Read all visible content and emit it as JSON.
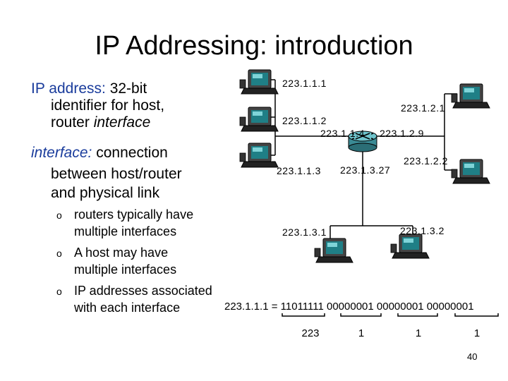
{
  "title": "IP Addressing: introduction",
  "text": {
    "line1_a": "IP address: ",
    "line1_b": "32-bit",
    "line2": "identifier for host,",
    "line3_a": "router ",
    "line3_b": "interface",
    "line4_a": "interface:",
    "line4_b": " connection",
    "line5": "between host/router",
    "line6": "and physical link",
    "bullet_char": "o",
    "bullet1_l1": "routers typically have",
    "bullet1_l2": "multiple interfaces",
    "bullet2_l1": "A host may have",
    "bullet2_l2": "multiple interfaces",
    "bullet3_l1": "IP addresses associated",
    "bullet3_l2": "with each interface"
  },
  "ip_labels": {
    "h111": "223.1.1.1",
    "h112": "223.1.1.2",
    "r114": "223.1.1.4",
    "h113": "223.1.1.3",
    "r127": "223.1.3.27",
    "h121": "223.1.2.1",
    "r129": "223.1.2.9",
    "h122": "223.1.2.2",
    "h131": "223.1.3.1",
    "h132": "223.1.3.2"
  },
  "binary": {
    "equation": "223.1.1.1 = 11011111 00000001 00000001 00000001",
    "values": [
      "223",
      "1",
      "1",
      "1"
    ]
  },
  "page_number": "40"
}
